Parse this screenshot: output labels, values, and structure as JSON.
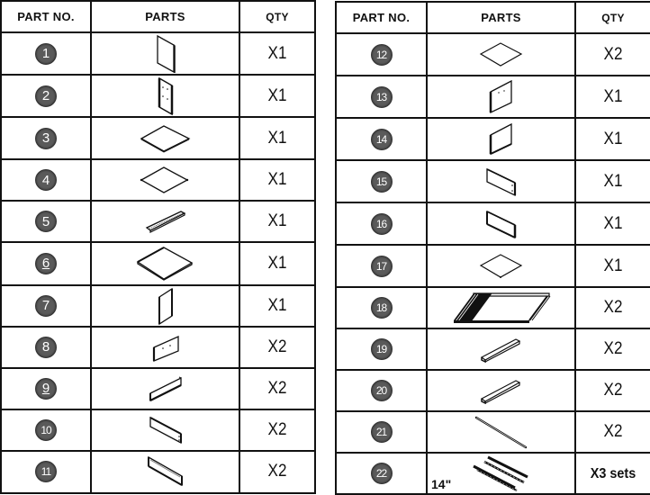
{
  "headers": {
    "part_no": "PART NO.",
    "parts": "PARTS",
    "qty": "QTY"
  },
  "left_rows": [
    {
      "no": "1",
      "qty": "X1",
      "icon": "tall-panel-icon"
    },
    {
      "no": "2",
      "qty": "X1",
      "icon": "back-panel-icon"
    },
    {
      "no": "3",
      "qty": "X1",
      "icon": "shelf-board-icon"
    },
    {
      "no": "4",
      "qty": "X1",
      "icon": "shelf-board-icon"
    },
    {
      "no": "5",
      "qty": "X1",
      "icon": "narrow-strip-icon"
    },
    {
      "no": "6",
      "qty": "X1",
      "icon": "large-board-icon"
    },
    {
      "no": "7",
      "qty": "X1",
      "icon": "side-panel-icon"
    },
    {
      "no": "8",
      "qty": "X2",
      "icon": "short-panel-icon"
    },
    {
      "no": "9",
      "qty": "X2",
      "icon": "rail-board-icon"
    },
    {
      "no": "10",
      "qty": "X2",
      "icon": "rail-board-icon"
    },
    {
      "no": "11",
      "qty": "X2",
      "icon": "rail-board-icon"
    }
  ],
  "right_rows": [
    {
      "no": "12",
      "qty": "X2",
      "icon": "small-board-icon"
    },
    {
      "no": "13",
      "qty": "X1",
      "icon": "square-panel-icon"
    },
    {
      "no": "14",
      "qty": "X1",
      "icon": "square-panel-icon"
    },
    {
      "no": "15",
      "qty": "X1",
      "icon": "drawer-front-icon"
    },
    {
      "no": "16",
      "qty": "X1",
      "icon": "drawer-front-icon"
    },
    {
      "no": "17",
      "qty": "X1",
      "icon": "small-board-icon"
    },
    {
      "no": "18",
      "qty": "X2",
      "icon": "frame-panel-icon"
    },
    {
      "no": "19",
      "qty": "X2",
      "icon": "square-rod-icon"
    },
    {
      "no": "20",
      "qty": "X2",
      "icon": "square-rod-icon"
    },
    {
      "no": "21",
      "qty": "X2",
      "icon": "round-rod-icon"
    },
    {
      "no": "22",
      "qty": "X3 sets",
      "icon": "drawer-slide-icon",
      "dimension": "14\""
    }
  ]
}
